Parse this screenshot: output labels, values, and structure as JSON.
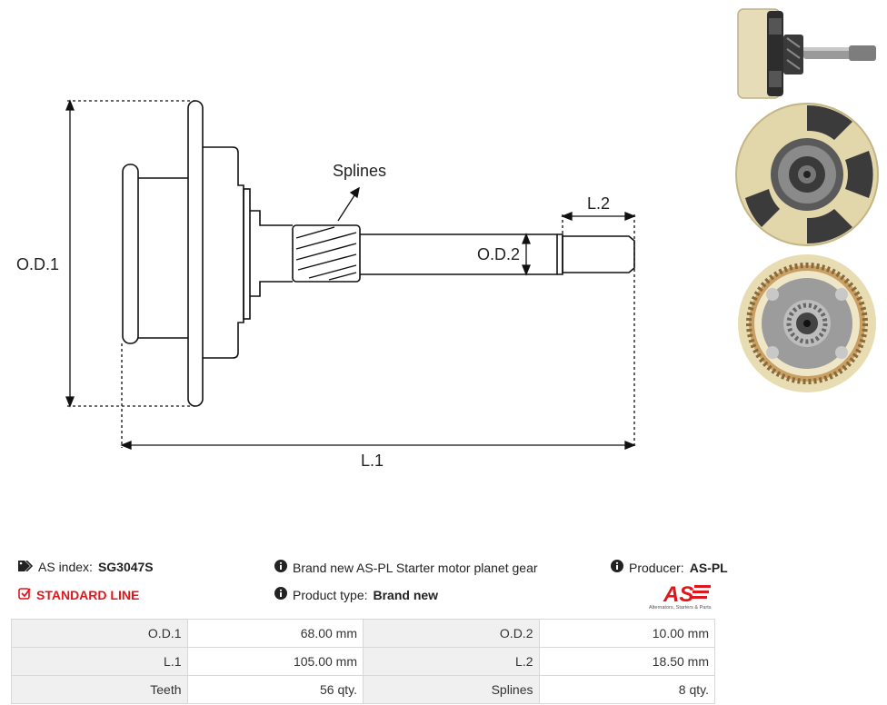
{
  "drawing": {
    "labels": {
      "od1": "O.D.1",
      "od2": "O.D.2",
      "l1": "L.1",
      "l2": "L.2",
      "splines": "Splines"
    }
  },
  "photos": [
    {
      "name": "side-view-photo"
    },
    {
      "name": "back-view-photo"
    },
    {
      "name": "gear-face-photo"
    }
  ],
  "info": {
    "index_label": "AS index: ",
    "index_value": "SG3047S",
    "description": "Brand new AS-PL Starter motor planet gear",
    "producer_label": "Producer: ",
    "producer_value": "AS-PL",
    "line": "STANDARD LINE",
    "product_type_label": "Product type: ",
    "product_type_value": "Brand new",
    "logo_text": "AS",
    "logo_tagline": "Alternators, Starters & Parts"
  },
  "colors": {
    "accent": "#e0161d"
  },
  "specs": [
    {
      "k1": "O.D.1",
      "v1": "68.00 mm",
      "k2": "O.D.2",
      "v2": "10.00 mm"
    },
    {
      "k1": "L.1",
      "v1": "105.00 mm",
      "k2": "L.2",
      "v2": "18.50 mm"
    },
    {
      "k1": "Teeth",
      "v1": "56 qty.",
      "k2": "Splines",
      "v2": "8 qty."
    }
  ]
}
